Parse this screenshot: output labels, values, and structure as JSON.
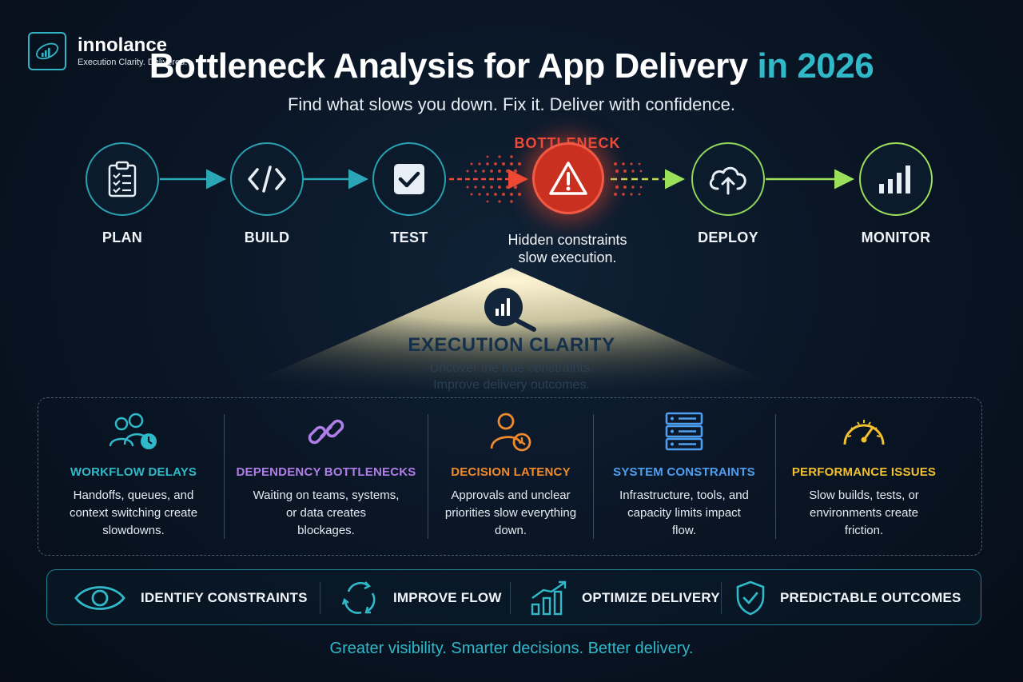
{
  "brand": {
    "name": "innolance",
    "tagline": "Execution Clarity. Delivered.",
    "colors": {
      "teal": "#2fb9c9",
      "red": "#ef4b3a",
      "green": "#9be05a"
    }
  },
  "header": {
    "title_main": "Bottleneck Analysis for App Delivery",
    "title_accent": "in 2026",
    "subtitle": "Find what slows you down. Fix it. Deliver with confidence."
  },
  "pipeline": {
    "stages": [
      {
        "label": "PLAN",
        "icon": "clipboard-checklist-icon"
      },
      {
        "label": "BUILD",
        "icon": "code-brackets-icon"
      },
      {
        "label": "TEST",
        "icon": "checkbox-icon"
      },
      {
        "label": "",
        "icon": "warning-triangle-icon"
      },
      {
        "label": "DEPLOY",
        "icon": "cloud-upload-icon"
      },
      {
        "label": "MONITOR",
        "icon": "bar-chart-icon"
      }
    ],
    "bottleneck_label": "BOTTLENECK",
    "bottleneck_note_line1": "Hidden constraints",
    "bottleneck_note_line2": "slow execution."
  },
  "clarity": {
    "icon": "magnifier-chart-icon",
    "title": "EXECUTION CLARITY",
    "line1": "Uncover the true constraints.",
    "line2": "Improve delivery outcomes."
  },
  "issues": [
    {
      "title": "WORKFLOW DELAYS",
      "icon": "people-clock-icon",
      "color": "#2fb9c9",
      "line1": "Handoffs, queues, and",
      "line2": "context switching create",
      "line3": "slowdowns."
    },
    {
      "title": "DEPENDENCY BOTTLENECKS",
      "icon": "chain-link-icon",
      "color": "#b07ee8",
      "line1": "Waiting on teams, systems,",
      "line2": "or data creates",
      "line3": "blockages."
    },
    {
      "title": "DECISION LATENCY",
      "icon": "person-clock-icon",
      "color": "#f08a2c",
      "line1": "Approvals and unclear",
      "line2": "priorities slow everything",
      "line3": "down."
    },
    {
      "title": "SYSTEM CONSTRAINTS",
      "icon": "server-stack-icon",
      "color": "#4f9ff0",
      "line1": "Infrastructure, tools, and",
      "line2": "capacity limits impact",
      "line3": "flow."
    },
    {
      "title": "PERFORMANCE ISSUES",
      "icon": "speedometer-icon",
      "color": "#f3c12e",
      "line1": "Slow builds, tests, or",
      "line2": "environments create",
      "line3": "friction."
    }
  ],
  "outcomes": [
    {
      "label": "IDENTIFY CONSTRAINTS",
      "icon": "eye-icon"
    },
    {
      "label": "IMPROVE FLOW",
      "icon": "cycle-arrows-icon"
    },
    {
      "label": "OPTIMIZE DELIVERY",
      "icon": "growth-chart-icon"
    },
    {
      "label": "PREDICTABLE OUTCOMES",
      "icon": "shield-check-icon"
    }
  ],
  "footer": "Greater visibility. Smarter decisions. Better delivery."
}
